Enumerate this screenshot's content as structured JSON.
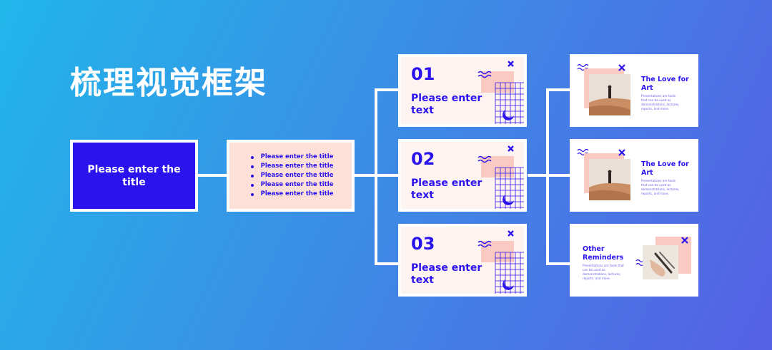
{
  "title": "梳理视觉框架",
  "root": {
    "label": "Please enter the title"
  },
  "list": {
    "items": [
      "Please enter the title",
      "Please enter the title",
      "Please enter the title",
      "Please enter the title",
      "Please enter the title"
    ]
  },
  "steps": [
    {
      "number": "01",
      "text": "Please enter text"
    },
    {
      "number": "02",
      "text": "Please enter text"
    },
    {
      "number": "03",
      "text": "Please enter text"
    }
  ],
  "slides": [
    {
      "heading": "The Love for Art",
      "body": "Presentations are tools that can be used as demonstrations, lectures, reports, and more.",
      "image": "desert-figure"
    },
    {
      "heading": "The Love for Art",
      "body": "Presentations are tools that can be used as demonstrations, lectures, reports, and more.",
      "image": "desert-figure"
    },
    {
      "heading": "Other Reminders",
      "body": "Presentations are tools that can be used as demonstrations, lectures, reports, and more.",
      "image": "hand-holding-pen"
    }
  ],
  "colors": {
    "accent": "#2b13ee",
    "pink": "#fde0d8",
    "pink_deco": "#f9c9c2",
    "white": "#ffffff"
  }
}
